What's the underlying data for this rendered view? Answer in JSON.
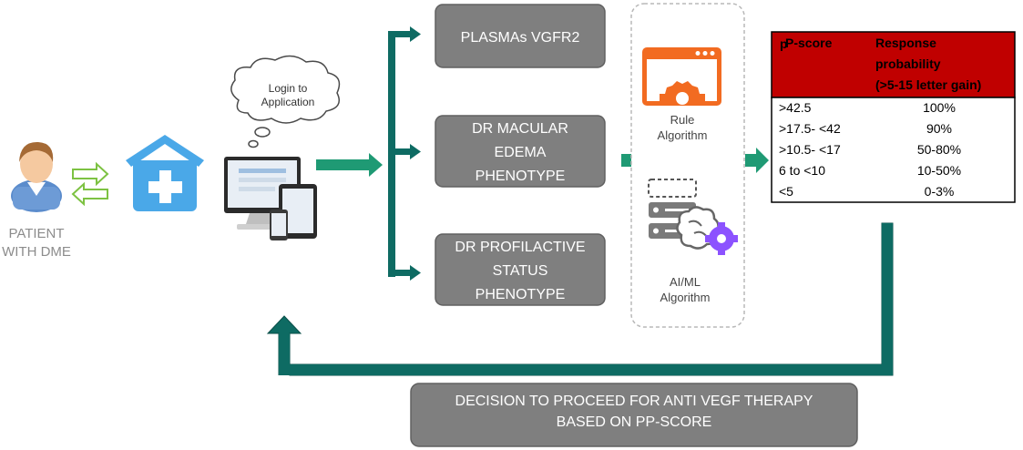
{
  "patient": {
    "line1": "PATIENT",
    "line2": "WITH DME"
  },
  "cloud": {
    "line1": "Login to",
    "line2": "Application"
  },
  "phenotypes": [
    {
      "lines": [
        "PLASMAs VGFR2"
      ]
    },
    {
      "lines": [
        "DR MACULAR",
        "EDEMA",
        "PHENOTYPE"
      ]
    },
    {
      "lines": [
        "DR PROFILACTIVE",
        "STATUS",
        "PHENOTYPE"
      ]
    }
  ],
  "algorithms": {
    "rule": {
      "line1": "Rule",
      "line2": "Algorithm"
    },
    "aiml": {
      "line1": "AI/ML",
      "line2": "Algorithm"
    }
  },
  "table": {
    "header": {
      "col1_sub": "p",
      "col1": "P-score",
      "col2_line1": "Response",
      "col2_line2": "probability",
      "col2_line3": "(>5-15 letter gain)"
    },
    "rows": [
      {
        "score": ">42.5",
        "prob": "100%"
      },
      {
        "score": ">17.5- <42",
        "prob": "90%"
      },
      {
        "score": ">10.5- <17",
        "prob": "50-80%"
      },
      {
        "score": "6 to <10",
        "prob": "10-50%"
      },
      {
        "score": "<5",
        "prob": "0-3%"
      }
    ]
  },
  "decision": {
    "line1": "DECISION TO PROCEED FOR ANTI VEGF THERAPY",
    "line2": "BASED ON PP-SCORE"
  },
  "colors": {
    "teal": "#0e6b63",
    "teal_dark": "#0a4f49",
    "green_arrow": "#1f9a74",
    "grey_box": "#7f7f7f",
    "table_header": "#c00000",
    "orange": "#f26b21",
    "blue_icon": "#4aa8e8",
    "purple": "#8c52ff"
  }
}
